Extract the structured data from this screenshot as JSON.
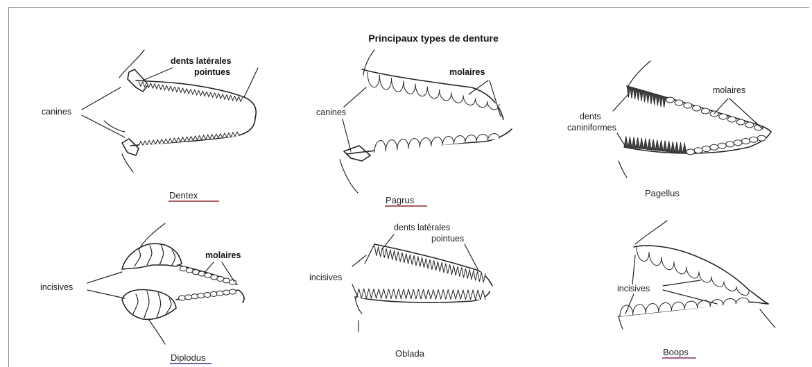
{
  "title": "Principaux types de denture",
  "genera": [
    {
      "name": "Dentex",
      "underline_color": "#8a2a2a"
    },
    {
      "name": "Pagrus",
      "underline_color": "#8a2a2a"
    },
    {
      "name": "Pagellus",
      "underline_color": null
    },
    {
      "name": "Diplodus",
      "underline_color": "#3a2a8a"
    },
    {
      "name": "Oblada",
      "underline_color": null
    },
    {
      "name": "Boops",
      "underline_color": "#8a2a6a"
    }
  ],
  "labels": {
    "dentex_canines": "canines",
    "dentex_lateral_1": "dents latérales",
    "dentex_lateral_2": "pointues",
    "pagrus_canines": "canines",
    "pagrus_molars": "molaires",
    "pagellus_molars": "molaires",
    "pagellus_caniniform_1": "dents",
    "pagellus_caniniform_2": "caniniformes",
    "diplodus_incisors": "incisives",
    "diplodus_molars": "molaires",
    "oblada_lateral_1": "dents latérales",
    "oblada_lateral_2": "pointues",
    "oblada_incisors": "incisives",
    "boops_incisors": "incisives"
  },
  "colors": {
    "ink": "#222222",
    "background": "#ffffff",
    "frame": "#888888"
  }
}
